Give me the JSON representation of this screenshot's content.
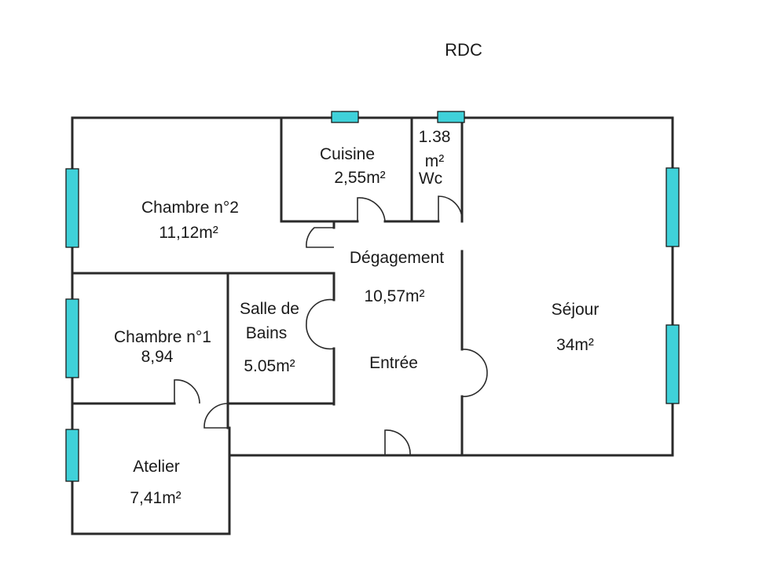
{
  "title": "RDC",
  "rooms": {
    "chambre2": {
      "name": "Chambre n°2",
      "area": "11,12m²"
    },
    "cuisine": {
      "name": "Cuisine",
      "area": "2,55m²"
    },
    "wc": {
      "area_line1": "1.38",
      "area_line2": "m²",
      "name": "Wc"
    },
    "degagement": {
      "name": "Dégagement",
      "area": "10,57m²"
    },
    "sdb": {
      "name_line1": "Salle de",
      "name_line2": "Bains",
      "area": "5.05m²"
    },
    "entree": {
      "name": "Entrée"
    },
    "chambre1": {
      "name": "Chambre n°1",
      "area": "8,94"
    },
    "sejour": {
      "name": "Séjour",
      "area": "34m²"
    },
    "atelier": {
      "name": "Atelier",
      "area": "7,41m²"
    }
  },
  "colors": {
    "walls": "#2a2a2a",
    "windows": "#3fd1d9",
    "text": "#1a1a1a"
  }
}
